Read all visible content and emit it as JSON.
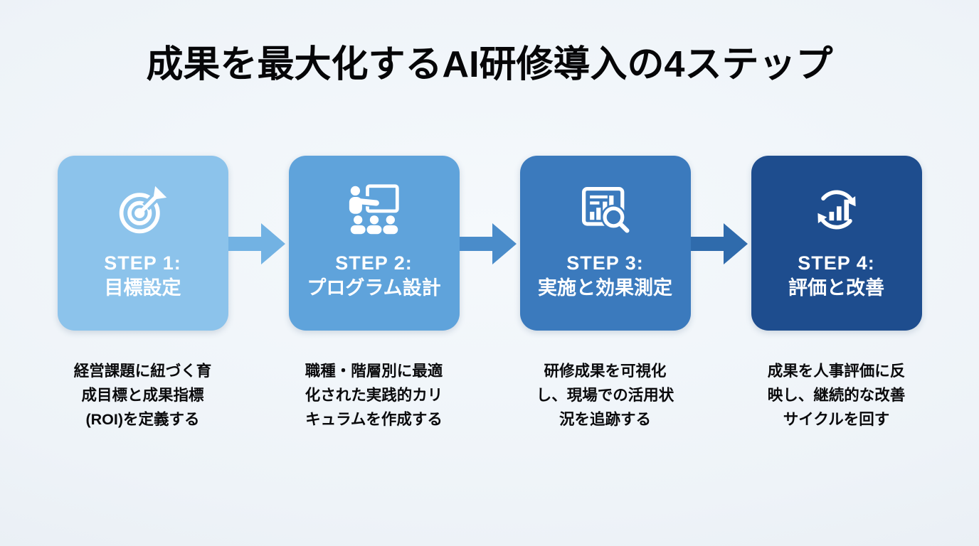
{
  "page": {
    "title": "成果を最大化するAI研修導入の4ステップ"
  },
  "colors": {
    "background": "#EEF3F8",
    "title_text": "#060608",
    "card_text": "#FFFFFF",
    "description_text": "#0A0A0C"
  },
  "steps": [
    {
      "label": "STEP 1:",
      "name": "目標設定",
      "icon": "target-arrow-icon",
      "color": "#8CC3EB",
      "description_lines": [
        "経営課題に紐づく育",
        "成目標と成果指標",
        "(ROI)を定義する"
      ]
    },
    {
      "label": "STEP 2:",
      "name": "プログラム設計",
      "icon": "training-presentation-icon",
      "color": "#5FA3DB",
      "description_lines": [
        "職種・階層別に最適",
        "化された実践的カリ",
        "キュラムを作成する"
      ]
    },
    {
      "label": "STEP 3:",
      "name": "実施と効果測定",
      "icon": "report-analysis-icon",
      "color": "#3B7ABD",
      "description_lines": [
        "研修成果を可視化",
        "し、現場での活用状",
        "況を追跡する"
      ]
    },
    {
      "label": "STEP 4:",
      "name": "評価と改善",
      "icon": "improvement-cycle-icon",
      "color": "#1E4D8E",
      "description_lines": [
        "成果を人事評価に反",
        "映し、継続的な改善",
        "サイクルを回す"
      ]
    }
  ],
  "arrows": [
    {
      "color": "#72B2E3"
    },
    {
      "color": "#4A8CCA"
    },
    {
      "color": "#2F6BAC"
    }
  ]
}
